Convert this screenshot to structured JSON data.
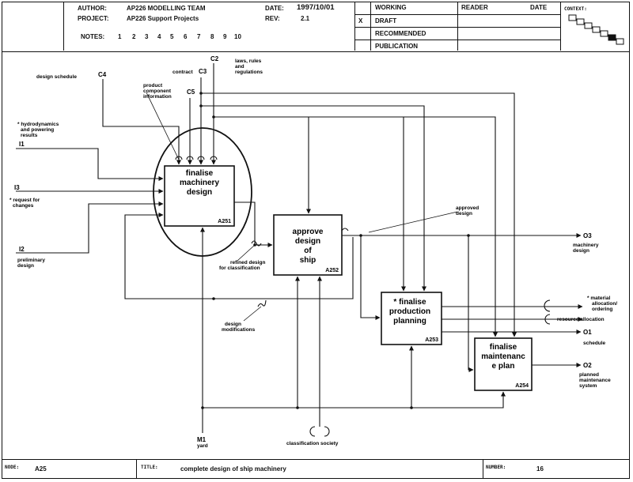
{
  "header": {
    "author_label": "AUTHOR:",
    "author": "AP226  MODELLING TEAM",
    "project_label": "PROJECT:",
    "project": "AP226 Support Projects",
    "notes_label": "NOTES:",
    "notes": [
      "1",
      "2",
      "3",
      "4",
      "5",
      "6",
      "7",
      "8",
      "9",
      "10"
    ],
    "date_label": "DATE:",
    "date": "1997/10/01",
    "rev_label": "REV:",
    "rev": "2.1",
    "status_mark": "X",
    "status": [
      "WORKING",
      "DRAFT",
      "RECOMMENDED",
      "PUBLICATION"
    ],
    "reader_label": "READER",
    "reader_date_label": "DATE",
    "context_label": "CONTEXT:"
  },
  "footer": {
    "node_label": "NODE:",
    "node": "A25",
    "title_label": "TITLE:",
    "title": "complete  design of ship machinery",
    "number_label": "NUMBER:",
    "number": "16"
  },
  "boxes": [
    {
      "id": "a251",
      "title": [
        "finalise",
        "machinery",
        "design"
      ],
      "number": "A251"
    },
    {
      "id": "a252",
      "title": [
        "approve",
        "design",
        "of",
        "ship"
      ],
      "number": "A252"
    },
    {
      "id": "a253",
      "title": [
        "*  finalise",
        "production",
        "planning"
      ],
      "number": "A253"
    },
    {
      "id": "a254",
      "title": [
        "finalise",
        "maintenanc",
        "e plan"
      ],
      "number": "A254"
    }
  ],
  "labels": {
    "design_schedule": "design schedule",
    "c4": "C4",
    "product_info": [
      "product",
      "component",
      "information"
    ],
    "contract": "contract",
    "c3": "C3",
    "c5": "C5",
    "c2": "C2",
    "laws": [
      "laws, rules",
      "and",
      "regulations"
    ],
    "hydro": [
      "* hydrodynamics",
      "and powering",
      "results"
    ],
    "i1": "I1",
    "i3": "I3",
    "request": [
      "* request for",
      "changes"
    ],
    "i2": "I2",
    "preliminary": [
      "preliminary",
      "design"
    ],
    "refined": [
      "refined design",
      "for classification"
    ],
    "approved": [
      "approved",
      "design"
    ],
    "o3": "O3",
    "machinery_design": [
      "machinery",
      "design"
    ],
    "material": [
      "* material",
      "allocation/",
      "ordering"
    ],
    "resource": "resource allocation",
    "o1": "O1",
    "schedule": "schedule",
    "o2": "O2",
    "planned": [
      "planned",
      "maintenance",
      "system"
    ],
    "design_mods": [
      "design",
      "modifications"
    ],
    "m1": "M1",
    "yard": "yard",
    "class_society": "classification society"
  }
}
